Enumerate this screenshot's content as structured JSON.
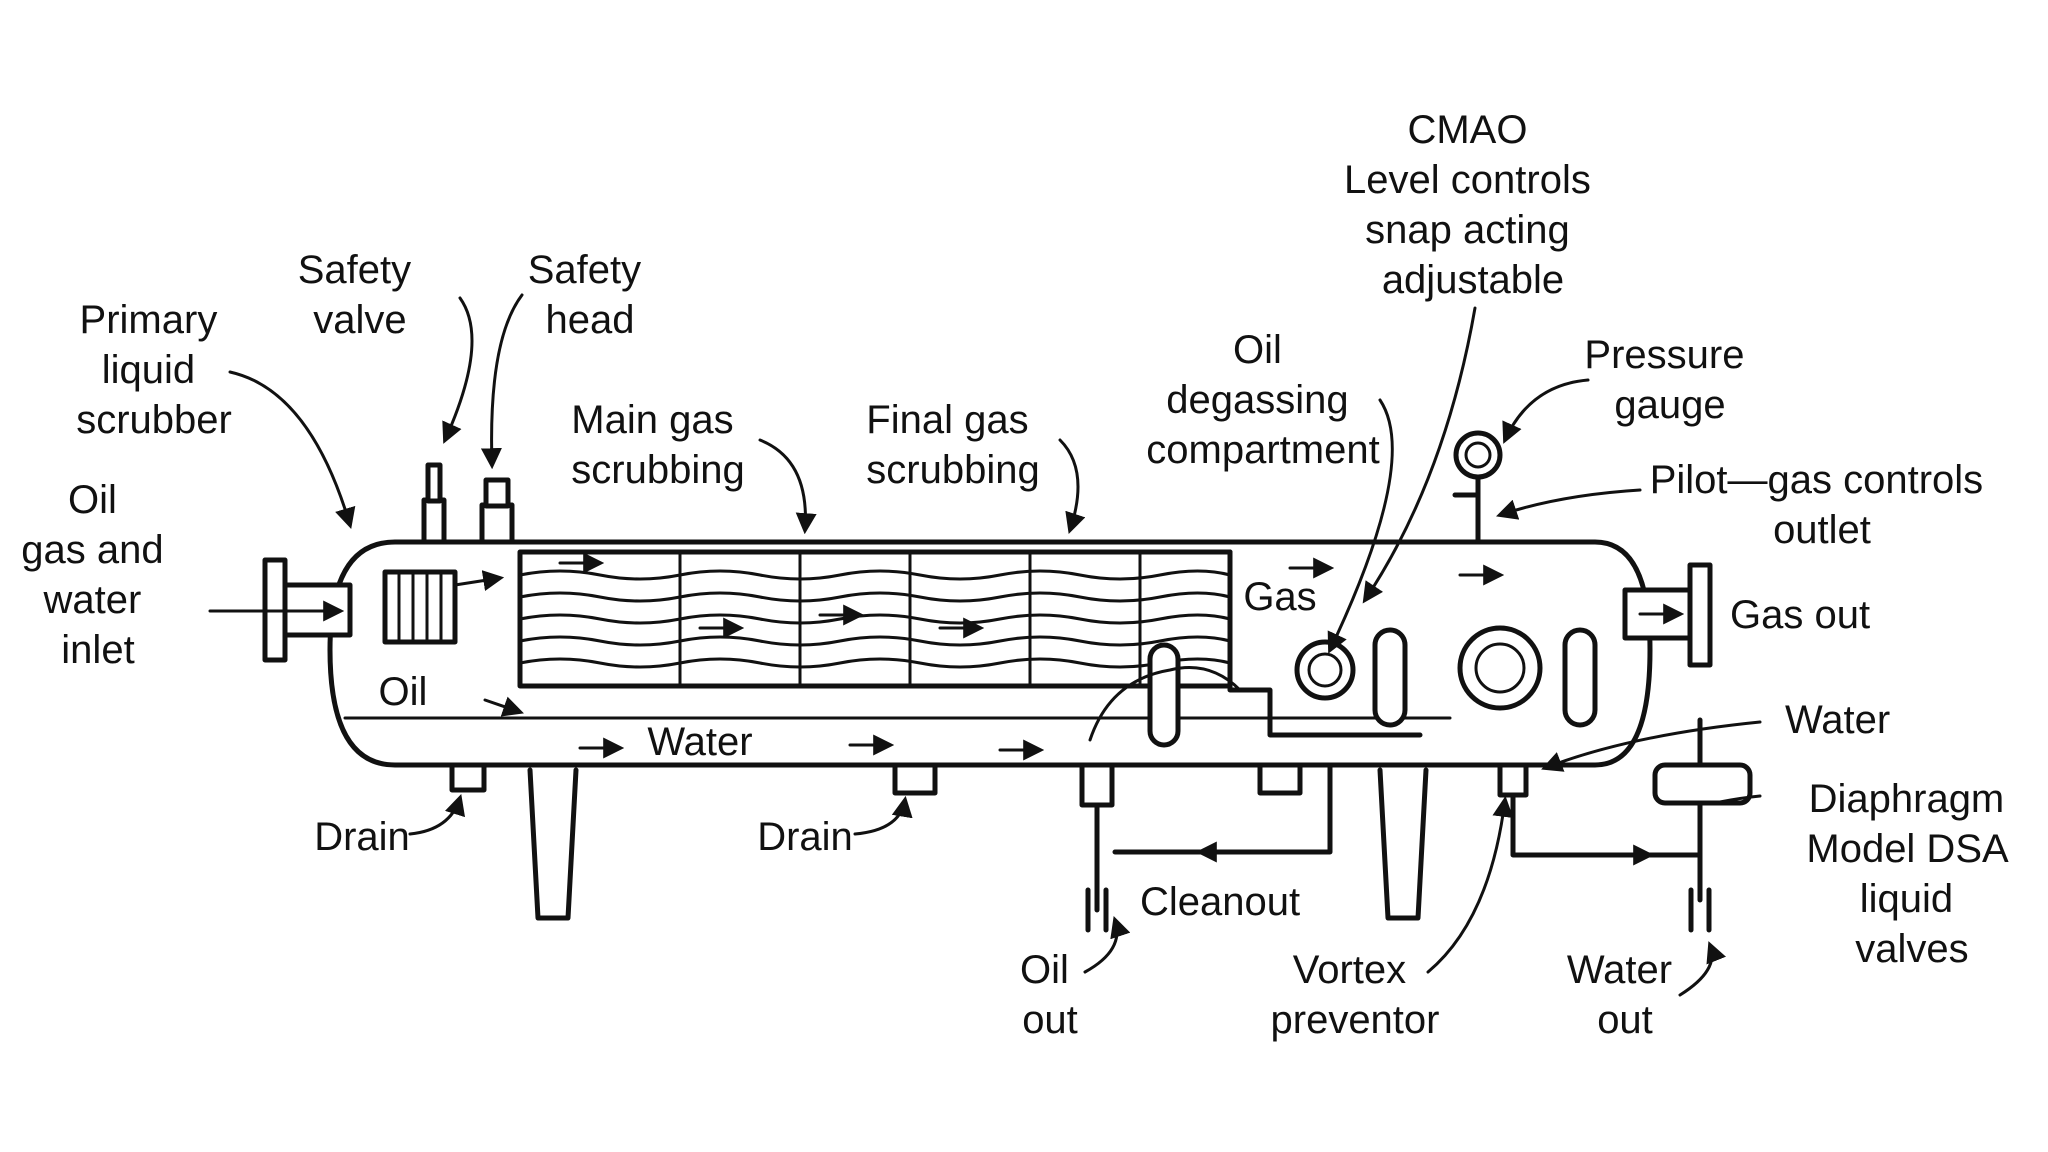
{
  "labels": {
    "cmao": [
      "CMAO",
      "Level controls",
      "snap acting",
      "adjustable"
    ],
    "safety_valve": [
      "Safety",
      "valve"
    ],
    "safety_head": [
      "Safety",
      "head"
    ],
    "primary_scrubber": [
      "Primary",
      "liquid",
      "scrubber"
    ],
    "oil_degassing": [
      "Oil",
      "degassing",
      "compartment"
    ],
    "pressure_gauge": [
      "Pressure",
      "gauge"
    ],
    "main_gas_scrubbing": [
      "Main gas",
      "scrubbing"
    ],
    "final_gas_scrubbing": [
      "Final gas",
      "scrubbing"
    ],
    "pilot_gas_outlet": [
      "Pilot—gas controls",
      "outlet"
    ],
    "inlet": [
      "Oil",
      "gas and",
      "water",
      "inlet"
    ],
    "gas_inside": [
      "Gas"
    ],
    "gas_out": [
      "Gas out"
    ],
    "oil_inside": [
      "Oil"
    ],
    "water_inside": [
      "Water"
    ],
    "water_right": [
      "Water"
    ],
    "diaphragm_valves": [
      "Diaphragm",
      "Model DSA",
      "liquid",
      "valves"
    ],
    "drain_left": [
      "Drain"
    ],
    "drain_mid": [
      "Drain"
    ],
    "cleanout": [
      "Cleanout"
    ],
    "oil_out": [
      "Oil",
      "out"
    ],
    "vortex_preventor": [
      "Vortex",
      "preventor"
    ],
    "water_out": [
      "Water",
      "out"
    ]
  }
}
